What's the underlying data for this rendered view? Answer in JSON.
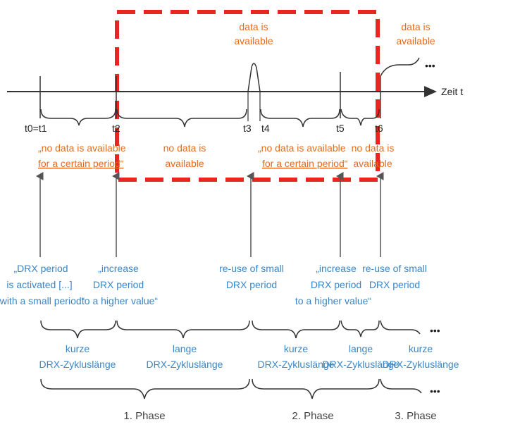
{
  "axis": {
    "label": "Zeit t"
  },
  "ticks": [
    "t0=t1",
    "t2",
    "t3",
    "t4",
    "t5",
    "t6"
  ],
  "top": {
    "data_available_1": [
      "data is",
      "available"
    ],
    "data_available_2": [
      "data is",
      "available"
    ]
  },
  "states": {
    "s1": [
      "„no data is available",
      "for a certain period“"
    ],
    "s2": [
      "no data is",
      "available"
    ],
    "s3": [
      "„no data is available",
      "for a certain period“"
    ],
    "s4": [
      "no data is",
      "available"
    ]
  },
  "actions": {
    "a1": [
      "„DRX period",
      "is activated [...]",
      "with a small period“"
    ],
    "a2": [
      "„increase",
      "DRX period",
      "to a higher value“"
    ],
    "a3": [
      "re-use of small",
      "DRX period"
    ],
    "a4": [
      "„increase",
      "DRX period",
      "to a higher value“"
    ],
    "a5": [
      "re-use of small",
      "DRX period"
    ]
  },
  "cycles": {
    "c1": [
      "kurze",
      "DRX-Zykluslänge"
    ],
    "c2": [
      "lange",
      "DRX-Zykluslänge"
    ],
    "c3": [
      "kurze",
      "DRX-Zykluslänge"
    ],
    "c4": [
      "lange",
      "DRX-Zykluslänge"
    ],
    "c5": [
      "kurze",
      "DRX-Zykluslänge"
    ]
  },
  "phases": [
    "1. Phase",
    "2. Phase",
    "3. Phase"
  ],
  "ellipsis": "•••",
  "colors": {
    "blue": "#3a86c8",
    "orange": "#e46c1e",
    "red": "#e8261f",
    "line": "#333333"
  }
}
